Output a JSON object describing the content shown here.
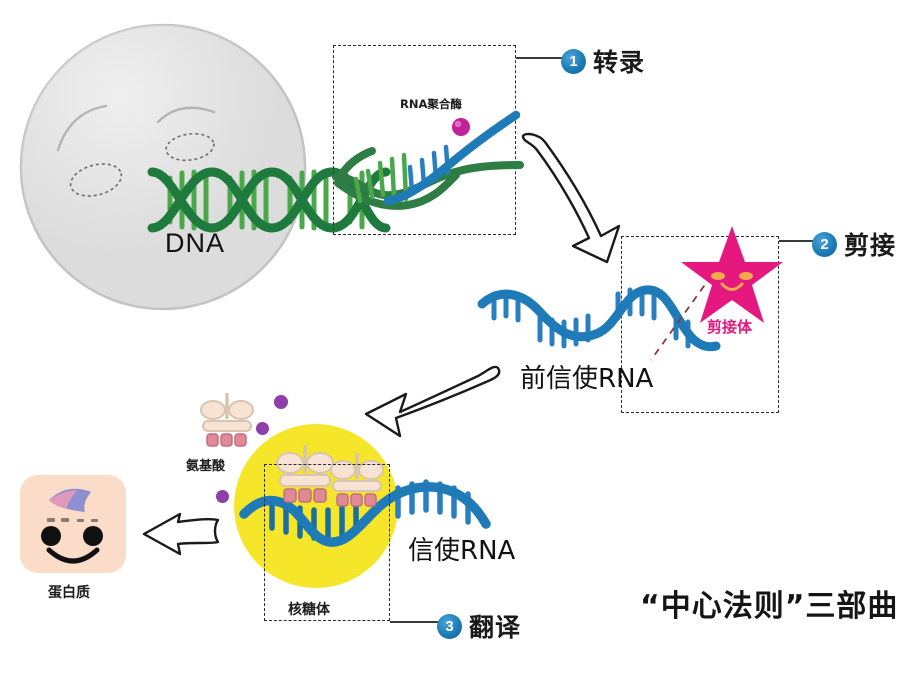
{
  "figure": {
    "title": "“中心法则”三部曲",
    "domain": "molecular-biology-central-dogma"
  },
  "steps": [
    {
      "number": "1",
      "label": "转录"
    },
    {
      "number": "2",
      "label": "剪接"
    },
    {
      "number": "3",
      "label": "翻译"
    }
  ],
  "labels": {
    "dna": "DNA",
    "rna_polymerase": "RNA聚合酶",
    "pre_mrna": "前信使RNA",
    "spliceosome": "剪接体",
    "mrna": "信使RNA",
    "amino_acid": "氨基酸",
    "ribosome": "核糖体",
    "protein": "蛋白质"
  },
  "colors": {
    "nucleus_fill": "#dcdcdc",
    "nucleus_stroke": "#c2c2c2",
    "dna_dark_green": "#1f7a3d",
    "dna_light_green": "#5cb85c",
    "rna_blue": "#1f7bb8",
    "rna_blue_dark": "#1565a0",
    "polymerase_magenta": "#c2239a",
    "spliceosome_pink": "#e5187f",
    "ribosome_yellow": "#f5e62a",
    "protein_peach": "#fbdcc8",
    "amino_acid_purple": "#8e3fa8",
    "trna_cream": "#f7e3d3",
    "trna_pink": "#e08a96",
    "badge_blue": "#1b7cb8",
    "arrow_outline": "#1a1a1a",
    "dashed_border": "#2b2b2b"
  }
}
